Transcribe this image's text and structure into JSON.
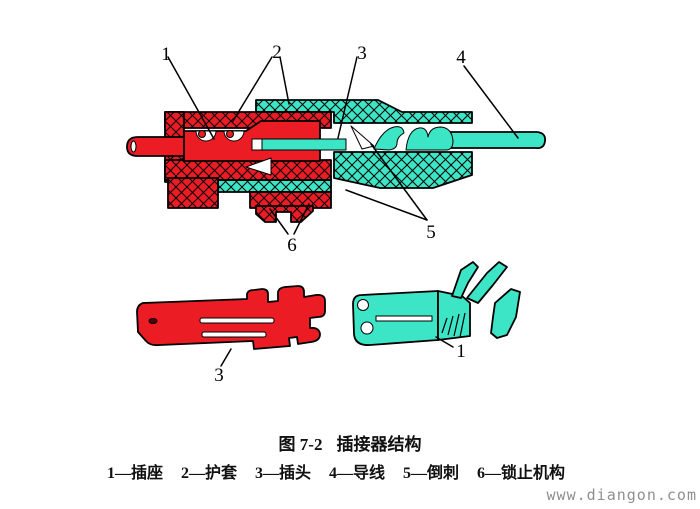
{
  "figure": {
    "caption_fig": "图 7-2",
    "caption_title": "插接器结构"
  },
  "legend": {
    "items": [
      "1—插座",
      "2—护套",
      "3—插头",
      "4—导线",
      "5—倒刺",
      "6—锁止机构"
    ]
  },
  "callouts": {
    "n1": "1",
    "n2": "2",
    "n3": "3",
    "n4": "4",
    "n5": "5",
    "n6": "6",
    "male_terminal": "3",
    "female_terminal": "1"
  },
  "watermark": {
    "text": "www.diangon.com"
  },
  "colors": {
    "red": "#EB1C24",
    "cyan": "#3CE5C5",
    "outline": "#000000",
    "gray": "#8f8f8f"
  }
}
